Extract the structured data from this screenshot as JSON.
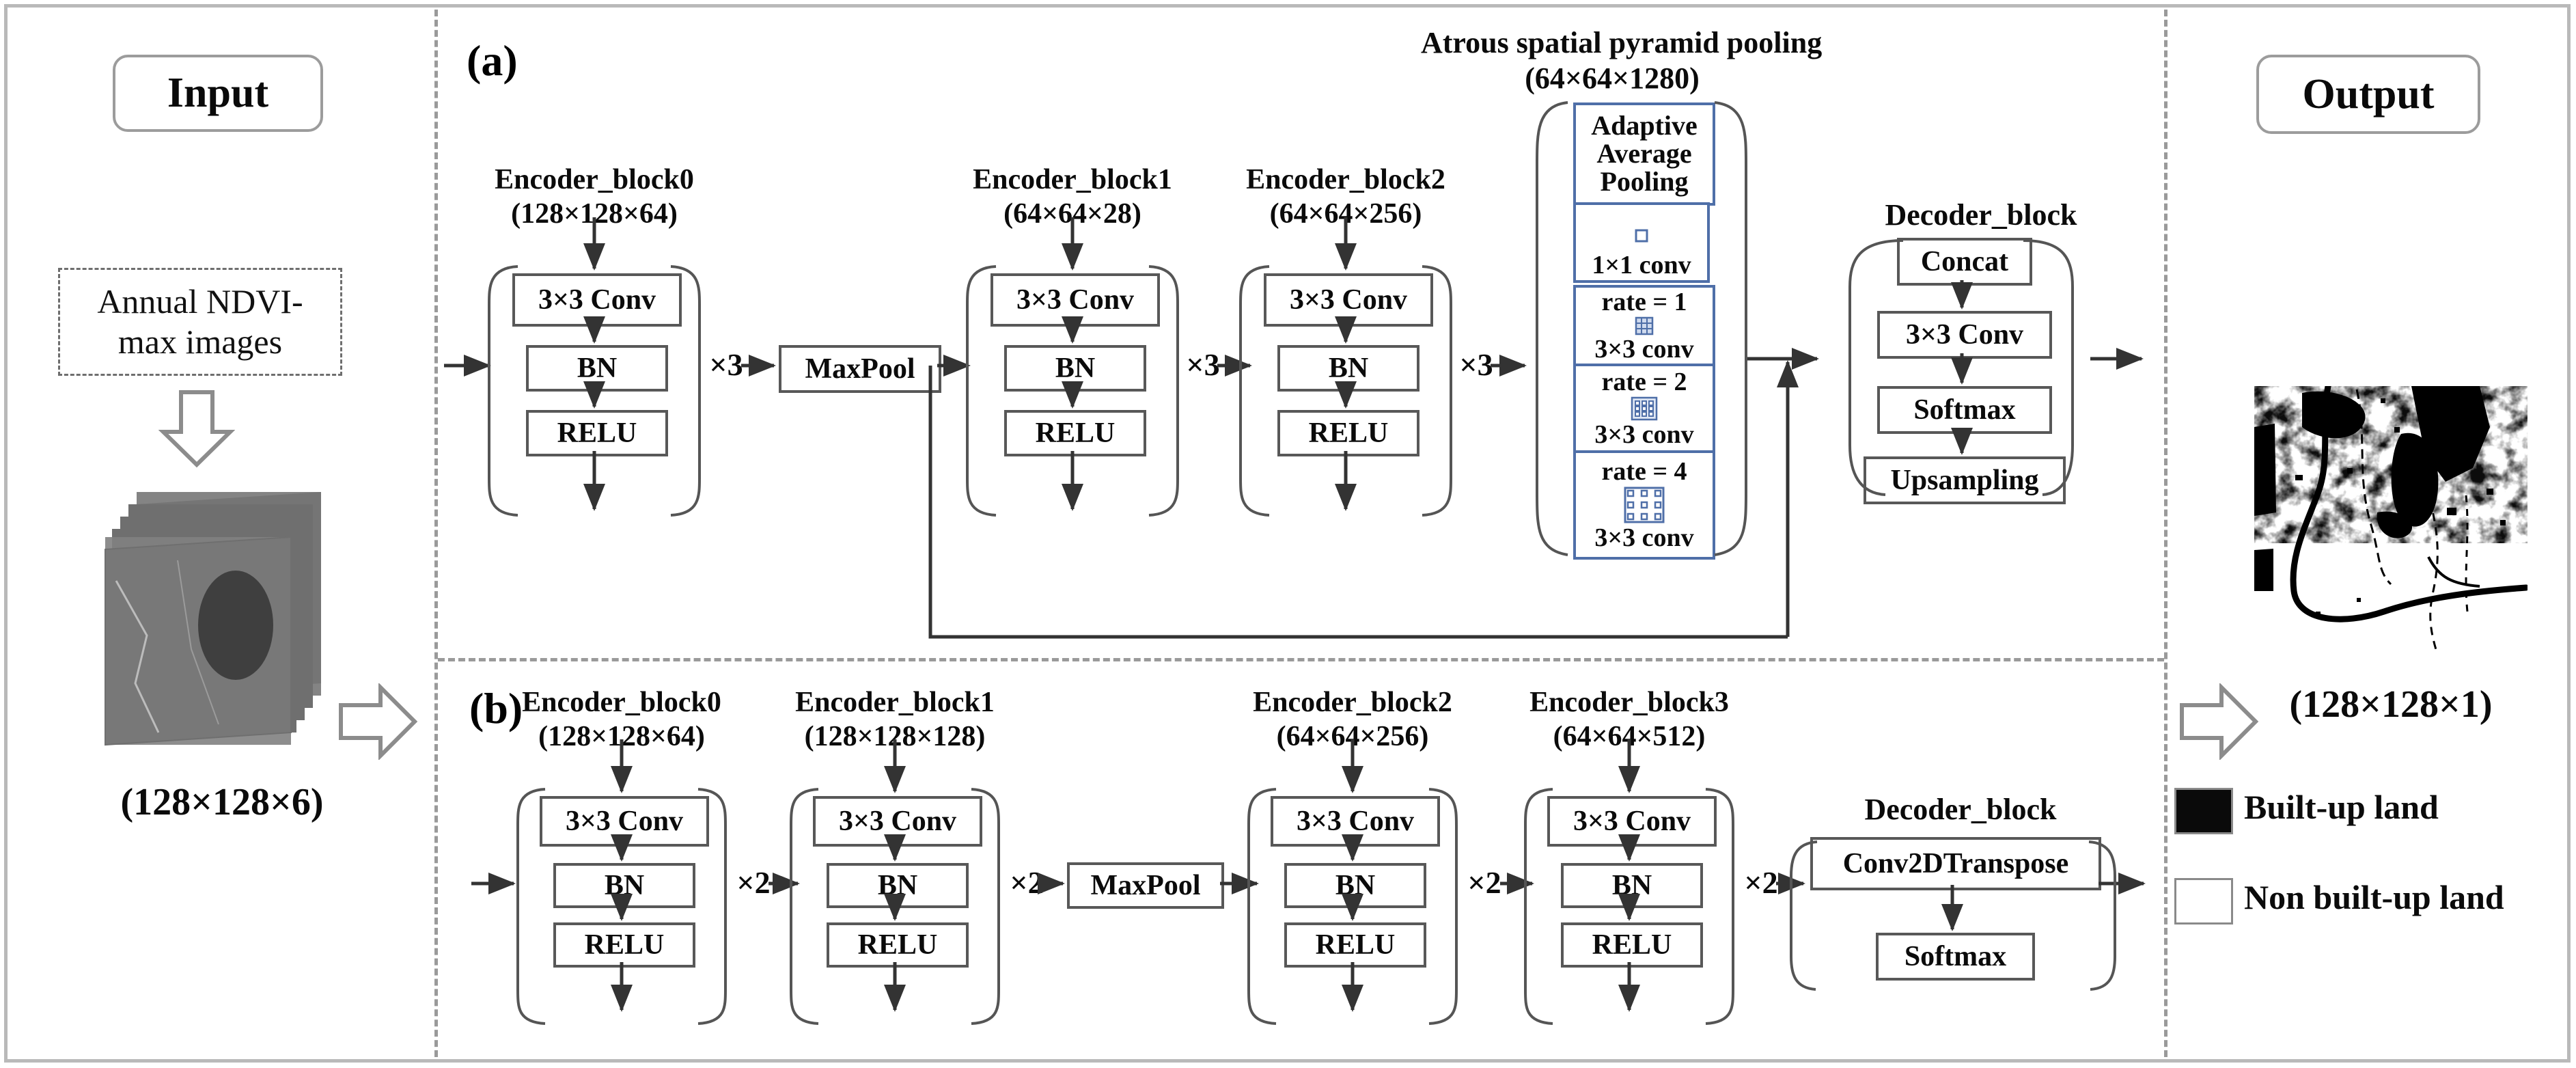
{
  "figure": {
    "panel_a_letter": "(a)",
    "panel_b_letter": "(b)"
  },
  "input_panel": {
    "title": "Input",
    "source_label": "Annual NDVI-\nmax images",
    "stack_dims": "(128×128×6)",
    "down_arrow_icon": "block-arrow-down-icon",
    "right_arrow_icon": "block-arrow-right-icon",
    "image_icon": "ndvi-image-stack-icon"
  },
  "panel_a": {
    "letter": "(a)",
    "encoder_blocks": [
      {
        "name": "Encoder_block0",
        "dims": "(128×128×64)",
        "layers": [
          "3×3 Conv",
          "BN",
          "RELU"
        ],
        "repeat": "×3"
      },
      {
        "name": "Encoder_block1",
        "dims": "(64×64×28)",
        "layers": [
          "3×3 Conv",
          "BN",
          "RELU"
        ],
        "repeat": "×3"
      },
      {
        "name": "Encoder_block2",
        "dims": "(64×64×256)",
        "layers": [
          "3×3 Conv",
          "BN",
          "RELU"
        ],
        "repeat": "×3"
      }
    ],
    "maxpool": "MaxPool",
    "aspp": {
      "title": "Atrous spatial pyramid pooling",
      "dims": "(64×64×1280)",
      "branches": [
        {
          "label": "Adaptive\nAverage\nPooling",
          "kernel_icon": "",
          "sub": ""
        },
        {
          "label": "",
          "kernel_icon": "kernel-1x1-icon",
          "sub": "1×1 conv"
        },
        {
          "label": "rate = 1",
          "kernel_icon": "kernel-dilated-r1-icon",
          "sub": "3×3 conv"
        },
        {
          "label": "rate = 2",
          "kernel_icon": "kernel-dilated-r2-icon",
          "sub": "3×3 conv"
        },
        {
          "label": "rate = 4",
          "kernel_icon": "kernel-dilated-r4-icon",
          "sub": "3×3 conv"
        }
      ]
    },
    "decoder": {
      "name": "Decoder_block",
      "layers": [
        "Concat",
        "3×3 Conv",
        "Softmax",
        "Upsampling"
      ]
    }
  },
  "panel_b": {
    "letter": "(b)",
    "encoder_blocks": [
      {
        "name": "Encoder_block0",
        "dims": "(128×128×64)",
        "layers": [
          "3×3 Conv",
          "BN",
          "RELU"
        ],
        "repeat": "×2"
      },
      {
        "name": "Encoder_block1",
        "dims": "(128×128×128)",
        "layers": [
          "3×3 Conv",
          "BN",
          "RELU"
        ],
        "repeat": "×2"
      },
      {
        "name": "Encoder_block2",
        "dims": "(64×64×256)",
        "layers": [
          "3×3 Conv",
          "BN",
          "RELU"
        ],
        "repeat": "×2"
      },
      {
        "name": "Encoder_block3",
        "dims": "(64×64×512)",
        "layers": [
          "3×3 Conv",
          "BN",
          "RELU"
        ],
        "repeat": "×2"
      }
    ],
    "maxpool": "MaxPool",
    "decoder": {
      "name": "Decoder_block",
      "layers": [
        "Conv2DTranspose",
        "Softmax"
      ]
    }
  },
  "output_panel": {
    "title": "Output",
    "result_dims": "(128×128×1)",
    "image_icon": "builtup-classification-map-icon",
    "legend": [
      {
        "label": "Built-up land",
        "color": "#0a0a0a"
      },
      {
        "label": "Non built-up land",
        "color": "#ffffff"
      }
    ]
  },
  "colors": {
    "frame_border": "#b9b9b9",
    "divider": "#9a9a9a",
    "node_border": "#585858",
    "aspp_blue": "#4f6fa8",
    "text": "#0b0b0b"
  }
}
